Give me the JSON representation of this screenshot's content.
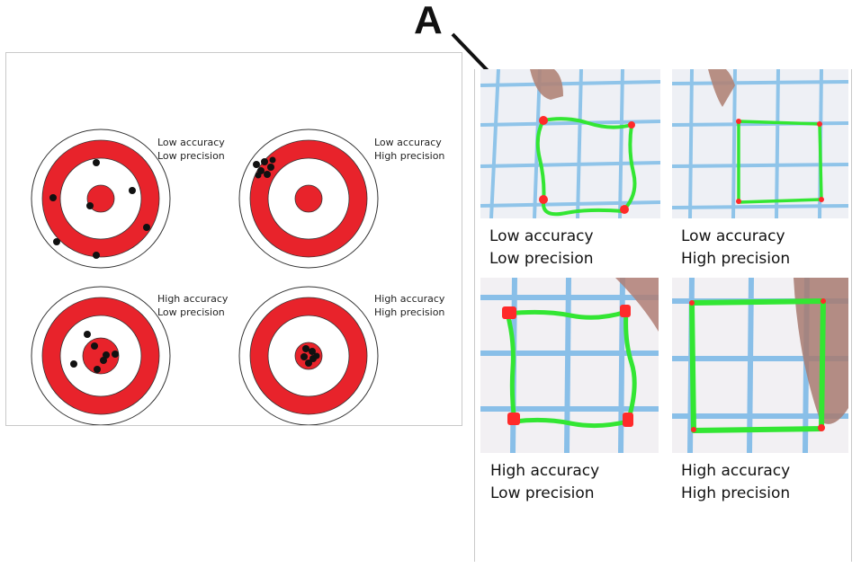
{
  "figure_label": "A",
  "targets": [
    {
      "line1": "Low accuracy",
      "line2": "Low precision"
    },
    {
      "line1": "Low accuracy",
      "line2": "High precision"
    },
    {
      "line1": "High accuracy",
      "line2": "Low precision"
    },
    {
      "line1": "High accuracy",
      "line2": "High precision"
    }
  ],
  "photos": [
    {
      "line1": "Low accuracy",
      "line2": "Low precision"
    },
    {
      "line1": "Low accuracy",
      "line2": "High precision"
    },
    {
      "line1": "High accuracy",
      "line2": "Low precision"
    },
    {
      "line1": "High accuracy",
      "line2": "High precision"
    }
  ],
  "colors": {
    "target_red": "#e8232b",
    "shot_black": "#111111",
    "trace_green": "#33e633",
    "grid_blue": "#6fb3e6",
    "paper": "#f3f1f4",
    "corner_red": "#ff2a2a"
  }
}
